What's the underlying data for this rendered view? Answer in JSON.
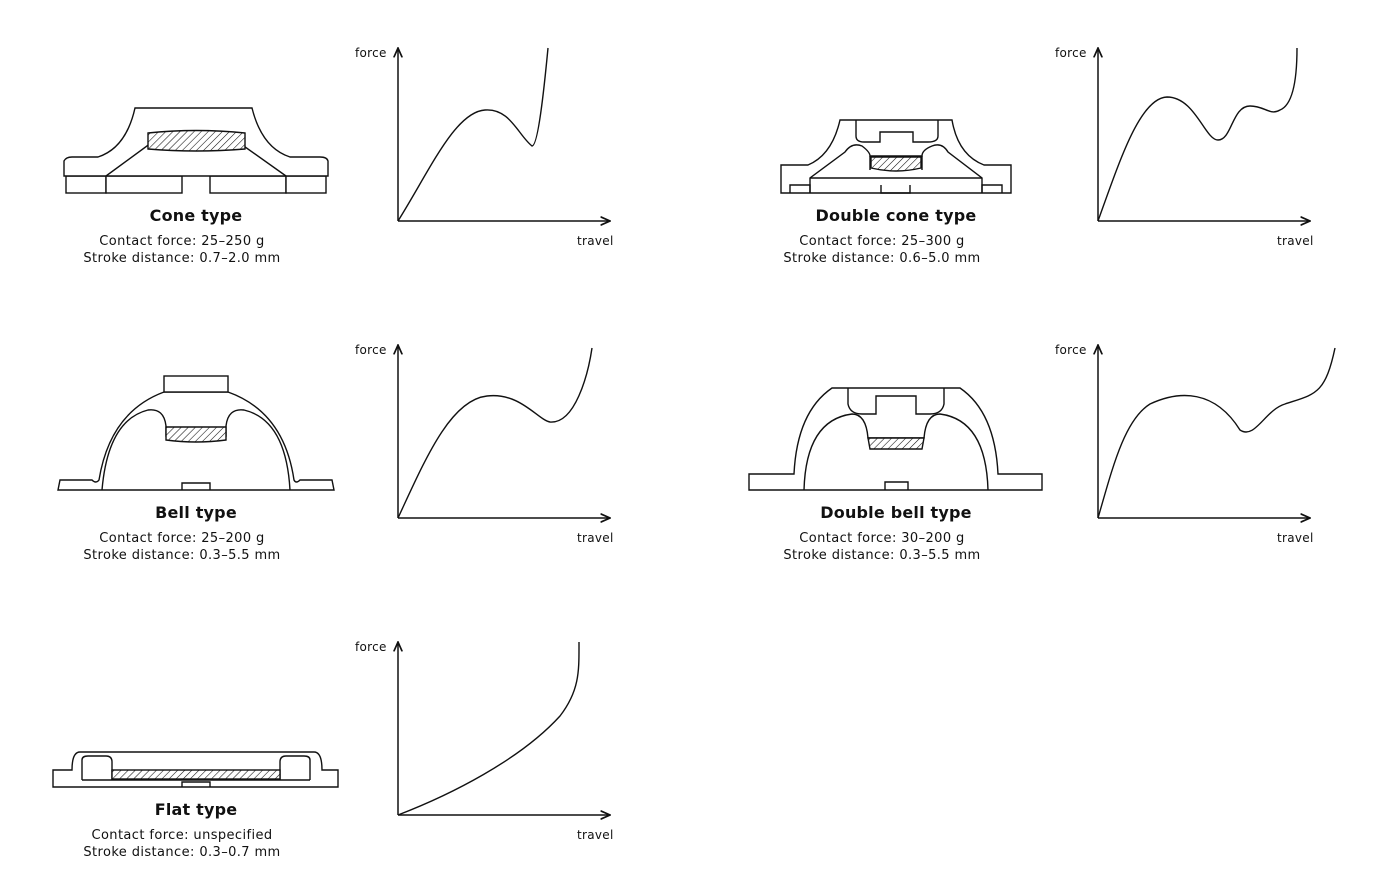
{
  "axis_labels": {
    "y": "force",
    "x": "travel"
  },
  "colors": {
    "stroke": "#111111",
    "hatch": "#111111",
    "background": "#ffffff"
  },
  "panels": [
    {
      "id": "cone",
      "title": "Cone type",
      "contact_force": "Contact force: 25–250 g",
      "stroke_distance": "Stroke distance: 0.7–2.0 mm",
      "curve": "force-curve-peak-dip-steep"
    },
    {
      "id": "double-cone",
      "title": "Double cone type",
      "contact_force": "Contact force: 25–300 g",
      "stroke_distance": "Stroke distance: 0.6–5.0 mm",
      "curve": "force-curve-double-peak"
    },
    {
      "id": "bell",
      "title": "Bell type",
      "contact_force": "Contact force: 25–200 g",
      "stroke_distance": "Stroke distance: 0.3–5.5 mm",
      "curve": "force-curve-peak-dip-rise"
    },
    {
      "id": "double-bell",
      "title": "Double bell type",
      "contact_force": "Contact force: 30–200 g",
      "stroke_distance": "Stroke distance: 0.3–5.5 mm",
      "curve": "force-curve-peak-dip-bump"
    },
    {
      "id": "flat",
      "title": "Flat type",
      "contact_force": "Contact force: unspecified",
      "stroke_distance": "Stroke distance: 0.3–0.7 mm",
      "curve": "force-curve-monotonic-rise"
    }
  ]
}
